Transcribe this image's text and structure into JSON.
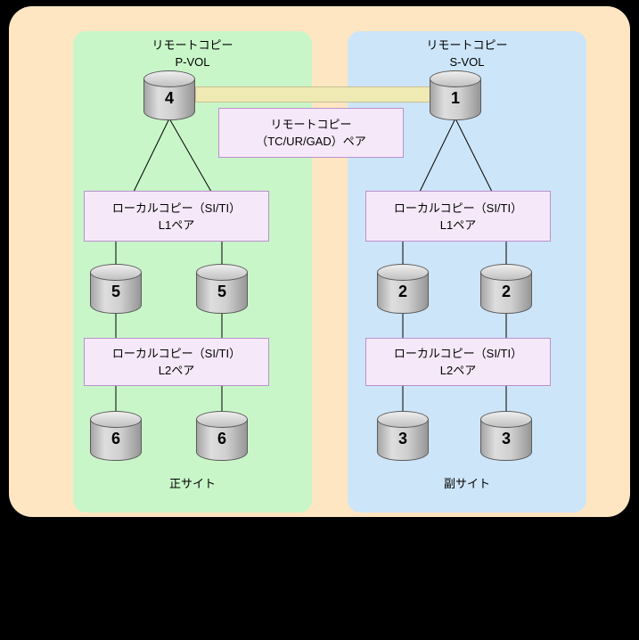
{
  "colors": {
    "page_background": "#000000",
    "canvas_background": "#ffe6c2",
    "primary_panel": "#c9f6c9",
    "secondary_panel": "#cde5f8",
    "label_box_fill": "#f5e9f9",
    "label_box_border": "#bb8fce",
    "remote_link_fill": "#efe9b4"
  },
  "remote_pair_label": {
    "line1": "リモートコピー",
    "line2": "（TC/UR/GAD）ペア"
  },
  "primary": {
    "title1": "リモートコピー",
    "title2": "P-VOL",
    "top_volume": "4",
    "l1_label1": "ローカルコピー（SI/TI）",
    "l1_label2": "L1ペア",
    "l1_volumes": [
      "5",
      "5"
    ],
    "l2_label1": "ローカルコピー（SI/TI）",
    "l2_label2": "L2ペア",
    "l2_volumes": [
      "6",
      "6"
    ],
    "site": "正サイト"
  },
  "secondary": {
    "title1": "リモートコピー",
    "title2": "S-VOL",
    "top_volume": "1",
    "l1_label1": "ローカルコピー（SI/TI）",
    "l1_label2": "L1ペア",
    "l1_volumes": [
      "2",
      "2"
    ],
    "l2_label1": "ローカルコピー（SI/TI）",
    "l2_label2": "L2ペア",
    "l2_volumes": [
      "3",
      "3"
    ],
    "site": "副サイト"
  }
}
